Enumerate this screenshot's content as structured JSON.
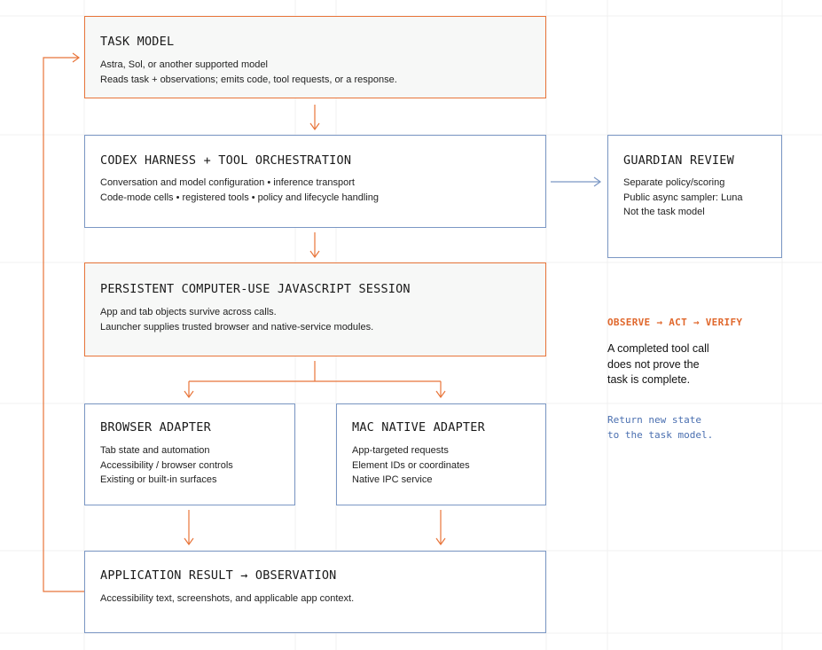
{
  "colors": {
    "accent_orange": "#e8753a",
    "accent_blue": "#7b97c4",
    "box_fill": "#f7f8f7",
    "grid_line": "#f0f0f0"
  },
  "task_model": {
    "title": "TASK MODEL",
    "lines": [
      "Astra, Sol, or another supported model",
      "Reads task + observations; emits code, tool requests, or a response."
    ]
  },
  "harness": {
    "title": "CODEX HARNESS + TOOL ORCHESTRATION",
    "lines": [
      "Conversation and model configuration • inference transport",
      "Code-mode cells • registered tools • policy and lifecycle handling"
    ]
  },
  "guardian": {
    "title": "GUARDIAN REVIEW",
    "lines": [
      "Separate policy/scoring",
      "Public async sampler: Luna",
      "Not the task model"
    ]
  },
  "session": {
    "title": "PERSISTENT COMPUTER-USE JAVASCRIPT SESSION",
    "lines": [
      "App and tab objects survive across calls.",
      "Launcher supplies trusted browser and native-service modules."
    ]
  },
  "browser_adapter": {
    "title": "BROWSER ADAPTER",
    "lines": [
      "Tab state and automation",
      "Accessibility / browser controls",
      "Existing or built-in surfaces"
    ]
  },
  "mac_adapter": {
    "title": "MAC NATIVE ADAPTER",
    "lines": [
      "App-targeted requests",
      "Element IDs or coordinates",
      "Native IPC service"
    ]
  },
  "result": {
    "title": "APPLICATION RESULT → OBSERVATION",
    "lines": [
      "Accessibility text, screenshots, and applicable app context."
    ]
  },
  "side": {
    "loop_label": "OBSERVE → ACT → VERIFY",
    "note_lines": [
      "A completed tool call",
      "does not prove the",
      "task is complete."
    ],
    "return_lines": [
      "Return new state",
      "to the task model."
    ]
  }
}
